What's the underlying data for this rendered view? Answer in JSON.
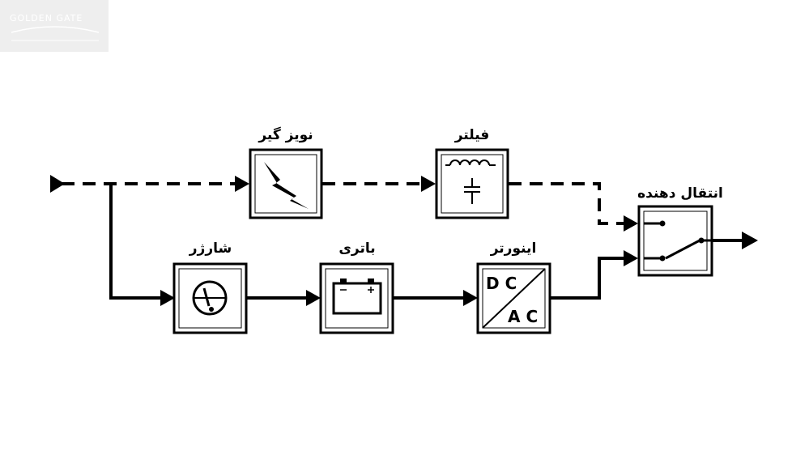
{
  "logo": {
    "text": "GOLDEN GATE"
  },
  "blocks": {
    "noise_suppressor": {
      "label": "نویز گیر"
    },
    "filter": {
      "label": "فیلتر"
    },
    "transfer_switch": {
      "label": "انتقال دهنده"
    },
    "charger": {
      "label": "شارژر"
    },
    "battery": {
      "label": "باتری"
    },
    "inverter": {
      "label": "اینورتر",
      "dc_text": "D C",
      "ac_text": "A C"
    }
  }
}
